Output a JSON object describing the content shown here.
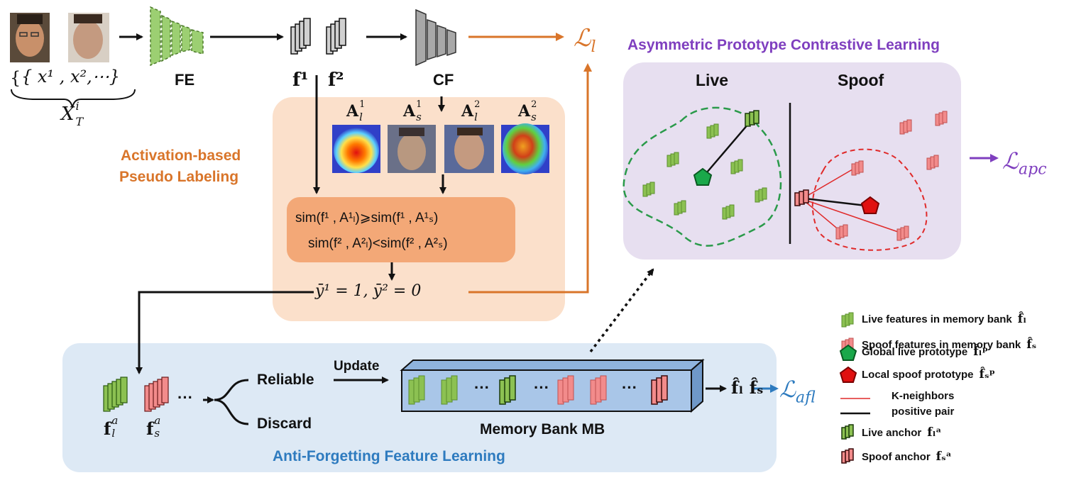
{
  "input": {
    "set_notation": "{ x¹ ,  x²,⋯}",
    "set_name": "Xᵢ",
    "set_name_sup": "i",
    "set_name_sub": "T",
    "set_name_base": "X"
  },
  "blocks": {
    "fe": "FE",
    "cf": "CF",
    "f1": "f¹",
    "f2": "f²",
    "loss_l": "ℒ",
    "loss_l_sub": "l"
  },
  "pseudo_labeling": {
    "title_line1": "Activation-based",
    "title_line2": "Pseudo Labeling",
    "maps": [
      "A",
      "A",
      "A",
      "A"
    ],
    "map_sup": [
      "1",
      "1",
      "2",
      "2"
    ],
    "map_sub": [
      "l",
      "s",
      "l",
      "s"
    ],
    "formula1": "sim(f¹ , A¹ₗ)⩾sim(f¹ , A¹ₛ)",
    "formula2": "sim(f² , A²ₗ)<sim(f² , A²ₛ)",
    "labels": "ȳ¹ = 1, ȳ² = 0"
  },
  "apc": {
    "title": "Asymmetric Prototype Contrastive Learning",
    "live": "Live",
    "spoof": "Spoof",
    "loss": "ℒ",
    "loss_sub": "apc"
  },
  "afl": {
    "title": "Anti-Forgetting Feature Learning",
    "fla": "f",
    "fsa": "f",
    "reliable": "Reliable",
    "discard": "Discard",
    "update": "Update",
    "memory_bank": "Memory Bank  MB",
    "out": "f̂ₗ f̂ₛ",
    "loss": "ℒ",
    "loss_sub": "afl",
    "dots": "···"
  },
  "legend": [
    {
      "text": "Live features in memory bank",
      "sym": "f̂ₗ"
    },
    {
      "text": "Spoof features in memory bank",
      "sym": "f̂ₛ"
    },
    {
      "text": "Global live prototype",
      "sym": "f̂ₗᵖ"
    },
    {
      "text": "Local spoof prototype",
      "sym": "f̂ₛᵖ"
    },
    {
      "text": "K-neighbors",
      "sym": ""
    },
    {
      "text": "positive pair",
      "sym": ""
    },
    {
      "text": "Live anchor",
      "sym": "fₗᵃ"
    },
    {
      "text": "Spoof anchor",
      "sym": "fₛᵃ"
    }
  ],
  "colors": {
    "live": "#8cc152",
    "spoof": "#f28b8b",
    "orange": "#d9752a",
    "purple": "#7f3fbf",
    "blue": "#2e7bbf",
    "apc_bg": "#e8e0f0",
    "apl_bg": "#fbe2cf",
    "afl_bg": "#dce9f5"
  }
}
